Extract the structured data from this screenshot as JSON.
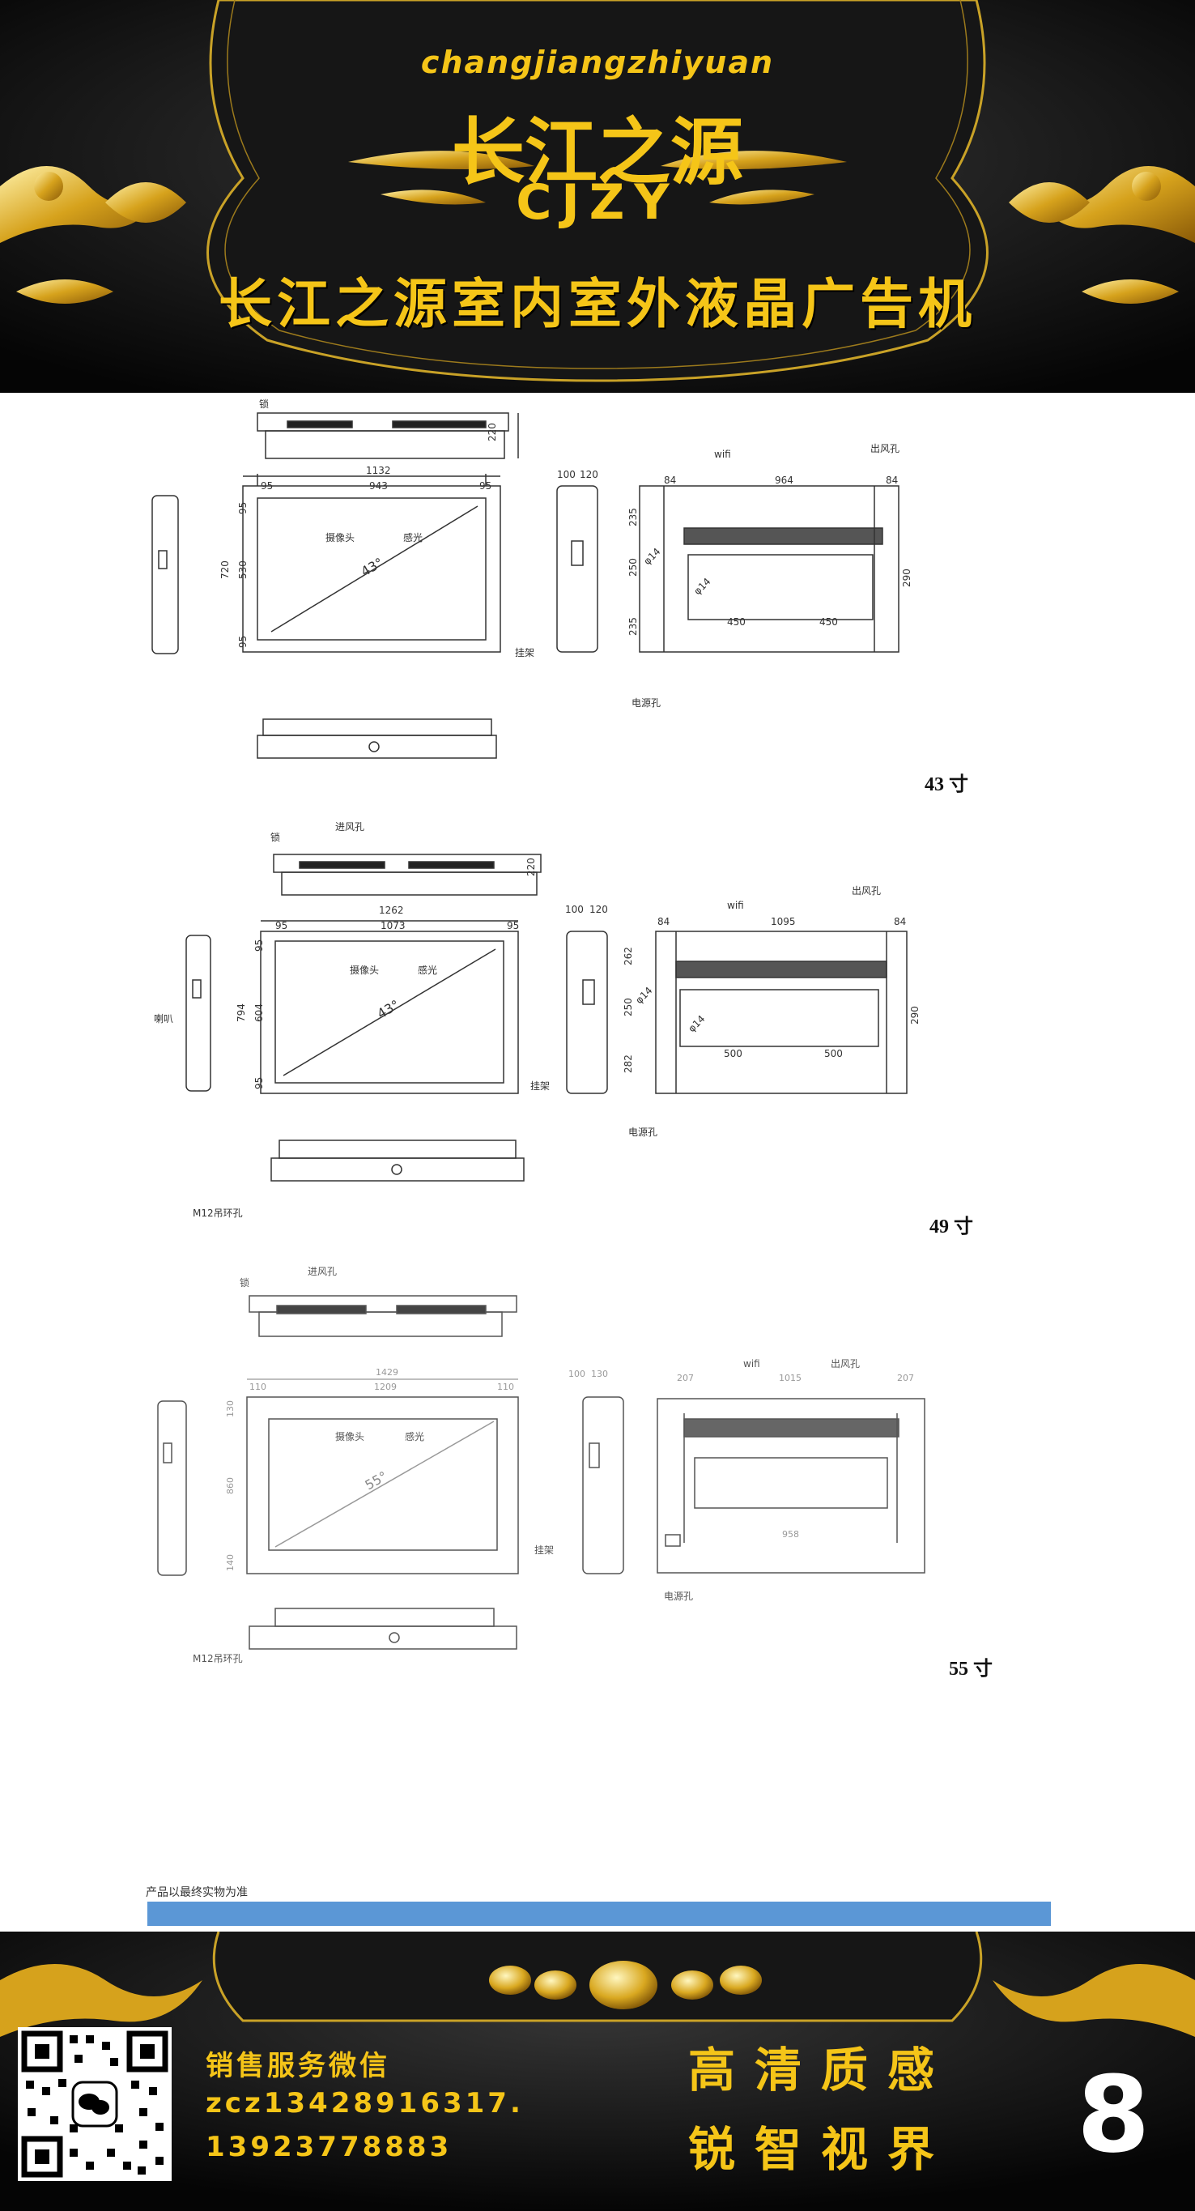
{
  "colors": {
    "gold": "#f5c518",
    "dark": "#0d0d0d",
    "blue_bar": "#5b97d6"
  },
  "header": {
    "brand_pinyin": "changjiangzhiyuan",
    "brand_logo": "长江之源",
    "brand_abbr": "CJZY",
    "title": "长江之源室内室外液晶广告机"
  },
  "models": [
    {
      "size": "43",
      "unit": "寸",
      "labels": {
        "lock": "锁",
        "camera": "摄像头",
        "light": "感光",
        "bracket": "挂架",
        "wifi": "wifi",
        "outlet": "出风孔",
        "power": "电源孔",
        "angle": "43°",
        "phi1": "φ14",
        "phi2": "φ14"
      },
      "dims": {
        "width": "1132",
        "width_inner": "943",
        "margin_l": "95",
        "margin_r": "95",
        "height": "720",
        "height_inner": "530",
        "top": "95",
        "bottom": "95",
        "depth1": "100",
        "depth2": "120",
        "side_h": "220",
        "back_w": "964",
        "back_l": "84",
        "back_r": "84",
        "back_top": "235",
        "back_mid": "250",
        "back_bot": "235",
        "back_h": "290",
        "hole_l": "450",
        "hole_r": "450"
      }
    },
    {
      "size": "49",
      "unit": "寸",
      "labels": {
        "lock": "锁",
        "intake": "进风孔",
        "camera": "摄像头",
        "light": "感光",
        "speaker": "喇叭",
        "bracket": "挂架",
        "wifi": "wifi",
        "outlet": "出风孔",
        "power": "电源孔",
        "hook": "M12吊环孔",
        "angle": "43°",
        "phi1": "φ14",
        "phi2": "φ14"
      },
      "dims": {
        "width": "1262",
        "width_inner": "1073",
        "margin_l": "95",
        "margin_r": "95",
        "height": "794",
        "height_inner": "604",
        "top": "95",
        "bottom": "95",
        "depth1": "100",
        "depth2": "120",
        "side_h": "220",
        "back_w": "1095",
        "back_l": "84",
        "back_r": "84",
        "back_top": "262",
        "back_mid": "250",
        "back_bot": "282",
        "back_h": "290",
        "hole_l": "500",
        "hole_r": "500"
      }
    },
    {
      "size": "55",
      "unit": "寸",
      "labels": {
        "lock": "锁",
        "intake": "进风孔",
        "camera": "摄像头",
        "light": "感光",
        "bracket": "挂架",
        "wifi": "wifi",
        "outlet": "出风孔",
        "power": "电源孔",
        "hook": "M12吊环孔",
        "angle": "55°"
      },
      "dims": {
        "width": "1429",
        "width_inner": "1209",
        "margin_l": "110",
        "margin_r": "110",
        "height": "860",
        "top": "130",
        "bottom": "140",
        "depth1": "100",
        "depth2": "130",
        "back_w": "1015",
        "back_l": "207",
        "back_r": "207",
        "hole_mid": "958"
      }
    }
  ],
  "note": "产品以最终实物为准",
  "footer": {
    "service_label": "销售服务微信",
    "wechat_id": "zcz13428916317.",
    "phone": "13923778883",
    "slogan1": "高清质感",
    "slogan2": "锐智视界",
    "page_number": "8"
  }
}
